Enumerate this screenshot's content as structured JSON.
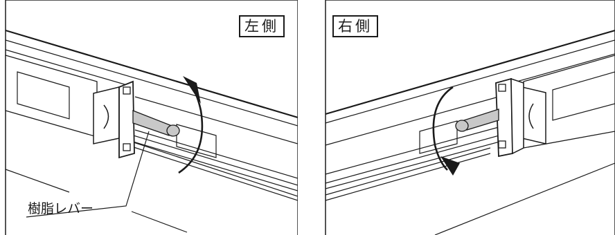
{
  "left_panel": {
    "side_label": "左側",
    "lever_label": "樹脂レバー"
  },
  "right_panel": {
    "side_label": "右側"
  },
  "colors": {
    "line": "#1a1a1a",
    "lever_fill": "#c8c8c8",
    "background": "#ffffff"
  }
}
